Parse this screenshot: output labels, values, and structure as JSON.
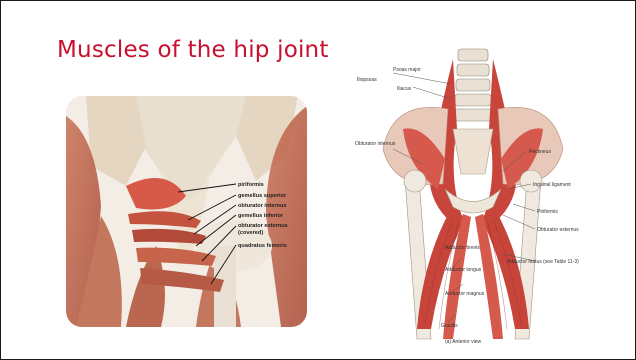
{
  "slide": {
    "title": "Muscles of the hip joint"
  },
  "left_figure": {
    "labels": [
      "piriformis",
      "gemellus superior",
      "obturator internus",
      "gemellus inferior",
      "obturator externus",
      "(covered)",
      "quadratus femoris"
    ]
  },
  "right_figure": {
    "labels": {
      "iliopsoas": "Iliopsoas",
      "psoas_major": "Psoas major",
      "iliacus": "Iliacus",
      "obturator_internus": "Obturator internus",
      "pectineus": "Pectineus",
      "inguinal_ligament": "Inguinal ligament",
      "piriformis": "Piriformis",
      "obturator_externus": "Obturator externus",
      "adductor_brevis": "Adductor brevis",
      "adductor_longus": "Adductor longus",
      "adductor_magnus": "Adductor magnus",
      "adductor_hiatus": "Adductor hiatus (see Table 11-3)",
      "gracilis": "Gracilis",
      "caption": "(a) Anterior view"
    }
  }
}
